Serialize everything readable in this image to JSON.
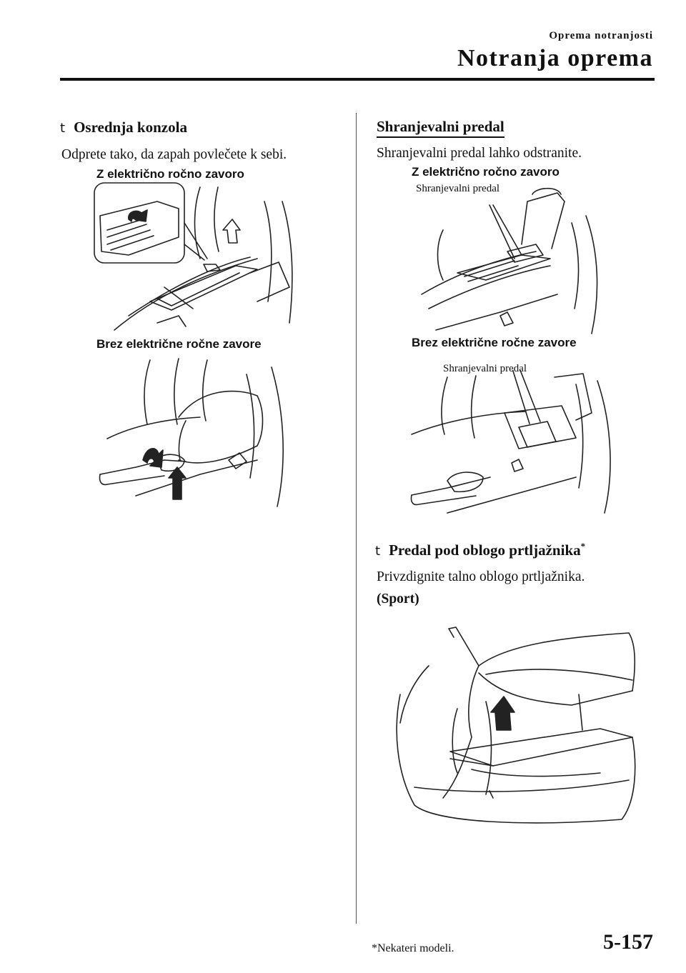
{
  "header": {
    "section_small": "Oprema notranjosti",
    "section_big": "Notranja oprema"
  },
  "left": {
    "bullet": "t",
    "title": "Osrednja konzola",
    "instruction": "Odprete tako, da zapah povlečete k sebi.",
    "caption_top": "Z električno ročno zavoro",
    "caption_bottom": "Brez električne ročne zavore"
  },
  "right": {
    "title": "Shranjevalni predal",
    "instruction": "Shranjevalni predal lahko odstranite.",
    "caption_top": "Z električno ročno zavoro",
    "label_top": "Shranjevalni predal",
    "caption_bottom": "Brez električne ročne zavore",
    "label_bottom": "Shranjevalni predal",
    "bullet": "t",
    "title2": "Predal pod oblogo prtljažnika",
    "title2_mark": "*",
    "instruction2": "Privzdignite talno oblogo prtljažnika.",
    "variant": "(Sport)"
  },
  "footer": {
    "footnote": "*Nekateri modeli.",
    "page_number": "5-157"
  }
}
